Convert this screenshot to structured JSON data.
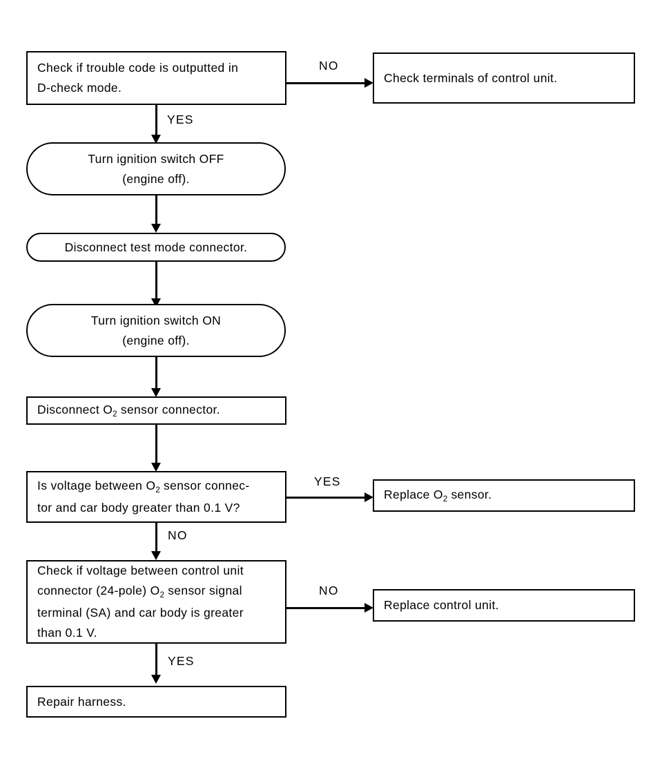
{
  "diagram": {
    "title": "O2 sensor diagnostic flowchart",
    "line_color": "#000000",
    "background_color": "#ffffff"
  },
  "nodes": [
    {
      "id": "check-trouble-code",
      "shape": "rect",
      "text_line1": "Check if trouble code is outputted in",
      "text_line2": "D-check mode."
    },
    {
      "id": "check-terminals",
      "shape": "rect",
      "text_line1": "Check terminals of control unit."
    },
    {
      "id": "ignition-off",
      "shape": "stadium",
      "text_line1": "Turn ignition switch OFF",
      "text_line2": "(engine off)."
    },
    {
      "id": "disconnect-test-mode",
      "shape": "stadium",
      "text_line1": "Disconnect test mode connector."
    },
    {
      "id": "ignition-on",
      "shape": "stadium",
      "text_line1": "Turn ignition switch ON",
      "text_line2": "(engine off)."
    },
    {
      "id": "disconnect-o2-sensor",
      "shape": "rect",
      "text_before": "Disconnect O",
      "text_sub": "2",
      "text_after": " sensor connector."
    },
    {
      "id": "is-voltage-o2",
      "shape": "rect",
      "text_before": "Is voltage between O",
      "text_sub": "2",
      "text_after": " sensor connec-",
      "text_line2": "tor and car body greater than 0.1 V?"
    },
    {
      "id": "replace-o2-sensor",
      "shape": "rect",
      "text_before": "Replace O",
      "text_sub": "2",
      "text_after": " sensor."
    },
    {
      "id": "check-voltage-control-unit",
      "shape": "rect",
      "text_line1": "Check if voltage between control unit",
      "text_before": "connector (24-pole) O",
      "text_sub": "2",
      "text_after": " sensor signal",
      "text_line3": "terminal (SA) and car body is greater",
      "text_line4": "than 0.1 V."
    },
    {
      "id": "replace-control-unit",
      "shape": "rect",
      "text_line1": "Replace control unit."
    },
    {
      "id": "repair-harness",
      "shape": "rect",
      "text_line1": "Repair harness."
    }
  ],
  "edge_labels": {
    "no_1": "NO",
    "yes_1": "YES",
    "yes_2": "YES",
    "no_2": "NO",
    "no_3": "NO",
    "yes_3": "YES"
  }
}
